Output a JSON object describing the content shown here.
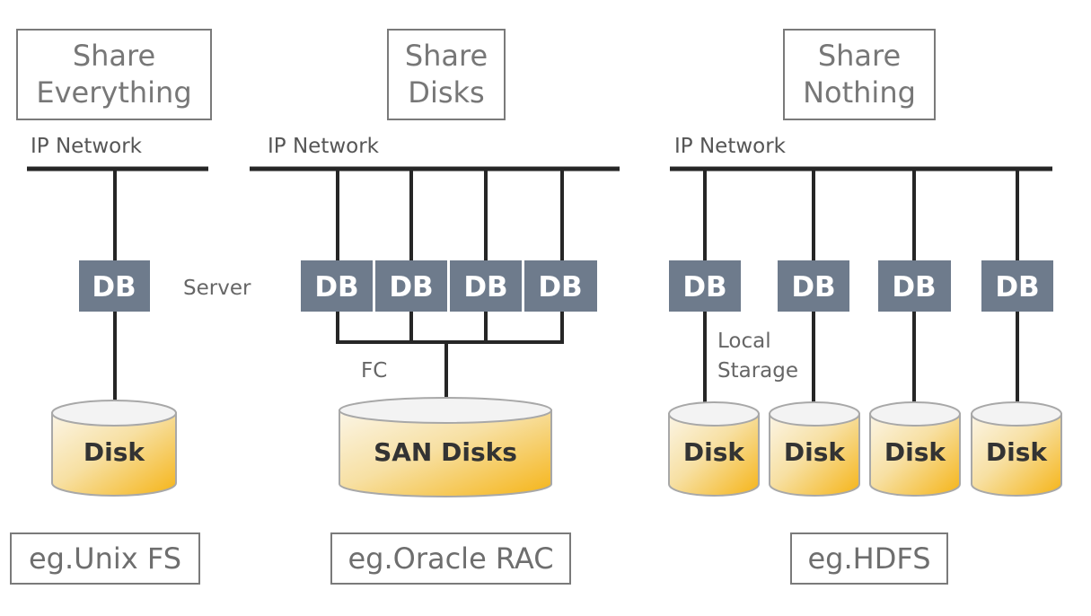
{
  "colors": {
    "db_fill": "#6e7b8c",
    "disk_gradient_start": "#fbf5e6",
    "disk_gradient_end": "#f5b416",
    "line": "#262626",
    "box_border": "#7a7a7a"
  },
  "architectures": [
    {
      "title_lines": [
        "Share",
        "Everything"
      ],
      "network_label": "IP Network",
      "db_label": "DB",
      "disk_label": "Disk",
      "example": "eg.Unix FS"
    },
    {
      "title_lines": [
        "Share",
        "Disks"
      ],
      "network_label": "IP Network",
      "db_labels": [
        "DB",
        "DB",
        "DB",
        "DB"
      ],
      "fc_label": "FC",
      "disk_label": "SAN Disks",
      "example": "eg.Oracle RAC"
    },
    {
      "title_lines": [
        "Share",
        "Nothing"
      ],
      "network_label": "IP Network",
      "db_labels": [
        "DB",
        "DB",
        "DB",
        "DB"
      ],
      "local_storage_lines": [
        "Local",
        "Starage"
      ],
      "disk_labels": [
        "Disk",
        "Disk",
        "Disk",
        "Disk"
      ],
      "example": "eg.HDFS"
    }
  ],
  "server_label": "Server"
}
